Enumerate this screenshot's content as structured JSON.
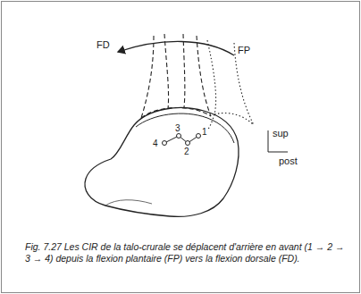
{
  "diagram": {
    "caption": "Fig. 7.27 Les CIR de la talo-crurale se déplacent d'arrière en avant (1 → 2 → 3 → 4) depuis la flexion plantaire (FP) vers la flexion dorsale (FD).",
    "labels": [
      "FD",
      "FP",
      "sup",
      "post",
      "4",
      "3",
      "2",
      "1"
    ]
  }
}
